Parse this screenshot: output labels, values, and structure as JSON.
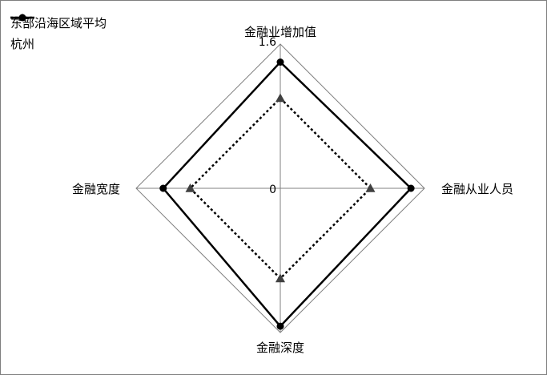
{
  "chart_data": {
    "type": "radar",
    "axes": [
      "金融业增加值",
      "金融从业人员",
      "金融深度",
      "金融宽度"
    ],
    "range": [
      0,
      1.6
    ],
    "tick_labels": [
      "0",
      "1.6"
    ],
    "series": [
      {
        "name": "东部沿海区域平均",
        "values": [
          1.0,
          1.0,
          1.0,
          1.0
        ],
        "style": "dotted",
        "marker": "triangle",
        "color": "#000000"
      },
      {
        "name": "杭州",
        "values": [
          1.4,
          1.45,
          1.53,
          1.3
        ],
        "style": "solid",
        "marker": "circle",
        "color": "#000000"
      }
    ],
    "grid_color": "#808080",
    "legend_position": "top-left"
  }
}
